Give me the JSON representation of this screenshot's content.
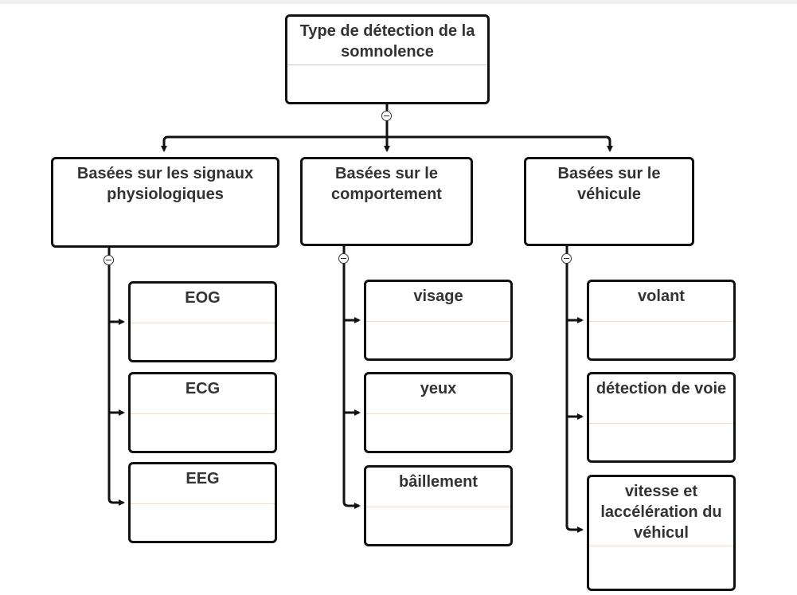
{
  "diagram": {
    "root": {
      "label": "Type de détection de la somnolence"
    },
    "categories": [
      {
        "label": "Basées sur les signaux physiologiques",
        "children": [
          "EOG",
          "ECG",
          "EEG"
        ]
      },
      {
        "label": "Basées sur le comportement",
        "children": [
          "visage",
          "yeux",
          "bâillement"
        ]
      },
      {
        "label": "Basées sur le véhicule",
        "children": [
          "volant",
          "détection de voie",
          "vitesse et laccélération du véhicul"
        ]
      }
    ],
    "colors": {
      "stroke": "#111111",
      "text": "#333333",
      "background": "#ffffff"
    }
  }
}
